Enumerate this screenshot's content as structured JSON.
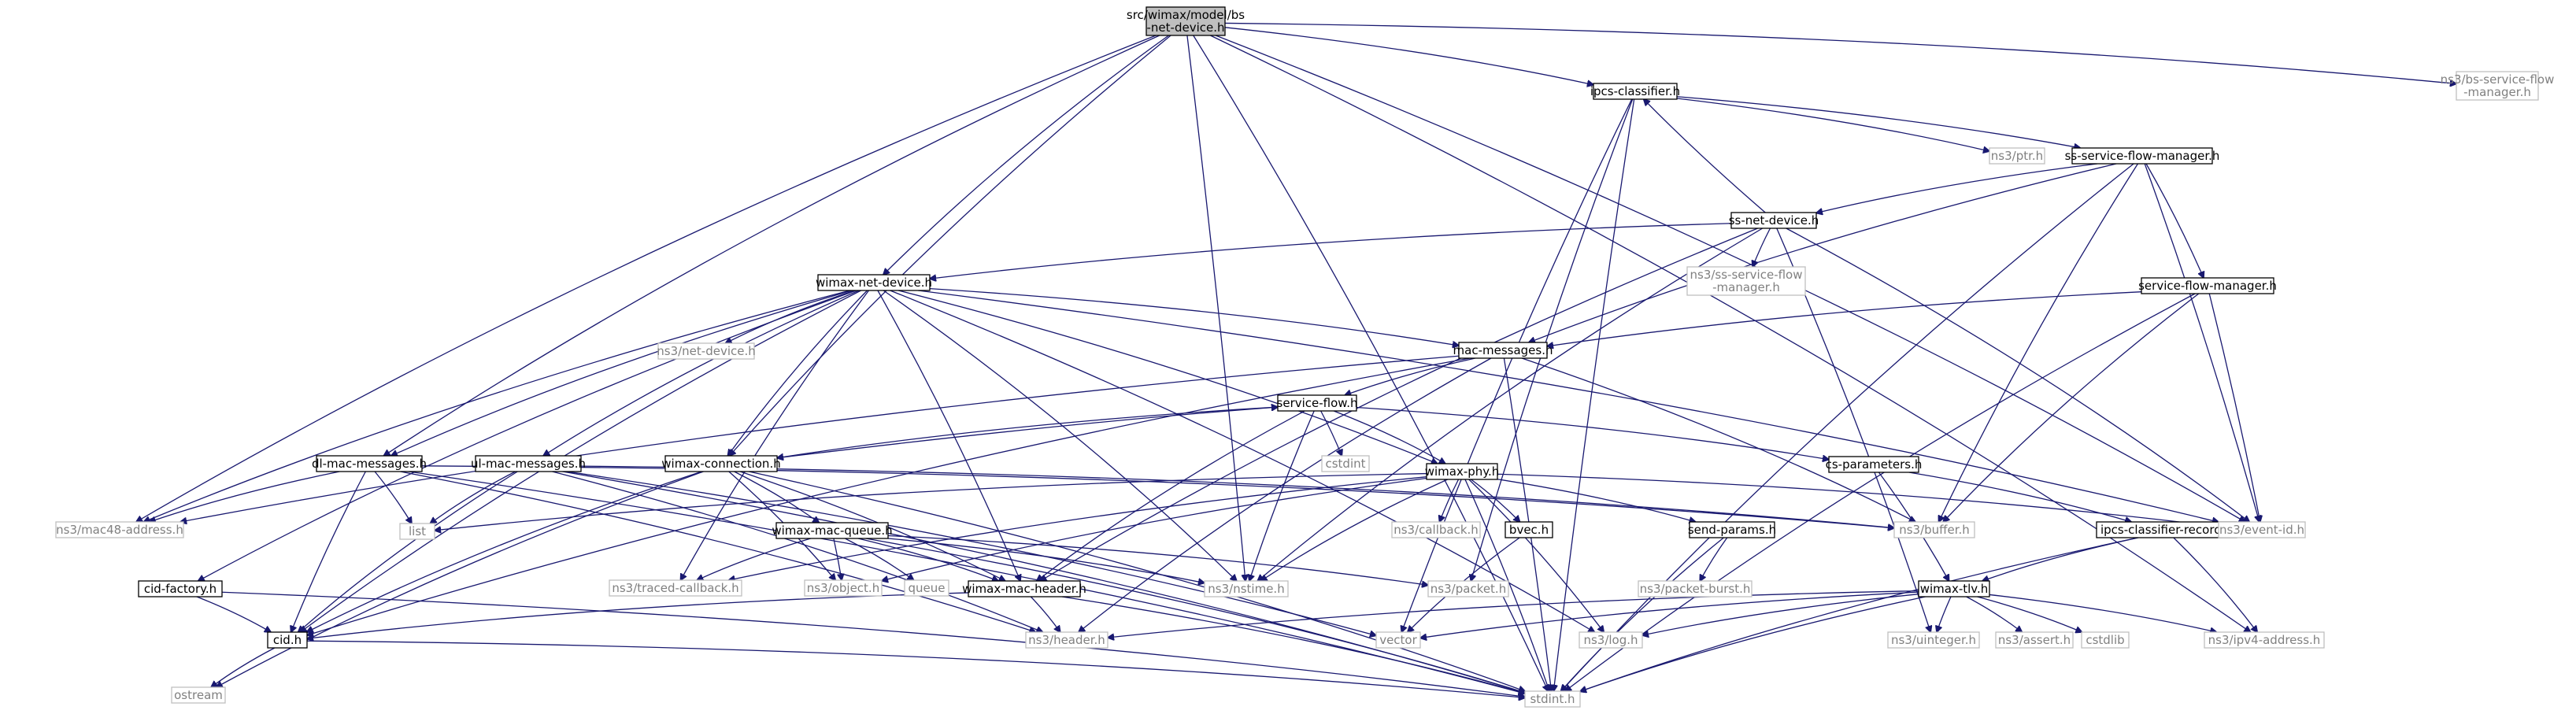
{
  "colors": {
    "edge_stroke": "#191970",
    "node_border": "#000000",
    "node_border_external": "#bfbfbf",
    "node_text": "#000000",
    "node_text_external": "#808080",
    "root_fill": "#bfbfbf",
    "node_fill": "#ffffff"
  },
  "nodes": [
    {
      "id": "bs-net-device",
      "label": "src/wimax/model/bs\n-net-device.h",
      "kind": "root"
    },
    {
      "id": "bs-service-flow-manager",
      "label": "ns3/bs-service-flow\n-manager.h",
      "kind": "external"
    },
    {
      "id": "ipcs-classifier",
      "label": "ipcs-classifier.h",
      "kind": "internal"
    },
    {
      "id": "ptr",
      "label": "ns3/ptr.h",
      "kind": "external"
    },
    {
      "id": "ss-service-flow-manager",
      "label": "ss-service-flow-manager.h",
      "kind": "internal"
    },
    {
      "id": "ss-net-device",
      "label": "ss-net-device.h",
      "kind": "internal"
    },
    {
      "id": "ns3-ss-service-flow",
      "label": "ns3/ss-service-flow\n-manager.h",
      "kind": "external"
    },
    {
      "id": "service-flow-manager",
      "label": "service-flow-manager.h",
      "kind": "internal"
    },
    {
      "id": "wimax-net-device",
      "label": "wimax-net-device.h",
      "kind": "internal"
    },
    {
      "id": "ns3-net-device",
      "label": "ns3/net-device.h",
      "kind": "external"
    },
    {
      "id": "mac-messages",
      "label": "mac-messages.h",
      "kind": "internal"
    },
    {
      "id": "service-flow",
      "label": "service-flow.h",
      "kind": "internal"
    },
    {
      "id": "cstdint",
      "label": "cstdint",
      "kind": "external"
    },
    {
      "id": "cs-parameters",
      "label": "cs-parameters.h",
      "kind": "internal"
    },
    {
      "id": "wimax-connection",
      "label": "wimax-connection.h",
      "kind": "internal"
    },
    {
      "id": "wimax-phy",
      "label": "wimax-phy.h",
      "kind": "internal"
    },
    {
      "id": "dl-mac-messages",
      "label": "dl-mac-messages.h",
      "kind": "internal"
    },
    {
      "id": "ul-mac-messages",
      "label": "ul-mac-messages.h",
      "kind": "internal"
    },
    {
      "id": "mac48-address",
      "label": "ns3/mac48-address.h",
      "kind": "external"
    },
    {
      "id": "list",
      "label": "list",
      "kind": "external"
    },
    {
      "id": "wimax-mac-queue",
      "label": "wimax-mac-queue.h",
      "kind": "internal"
    },
    {
      "id": "callback",
      "label": "ns3/callback.h",
      "kind": "external"
    },
    {
      "id": "bvec",
      "label": "bvec.h",
      "kind": "internal"
    },
    {
      "id": "send-params",
      "label": "send-params.h",
      "kind": "internal"
    },
    {
      "id": "buffer",
      "label": "ns3/buffer.h",
      "kind": "external"
    },
    {
      "id": "ipcs-classifier-record",
      "label": "ipcs-classifier-record.h",
      "kind": "internal"
    },
    {
      "id": "event-id",
      "label": "ns3/event-id.h",
      "kind": "external"
    },
    {
      "id": "object",
      "label": "ns3/object.h",
      "kind": "external"
    },
    {
      "id": "traced-callback",
      "label": "ns3/traced-callback.h",
      "kind": "external"
    },
    {
      "id": "queue",
      "label": "queue",
      "kind": "external"
    },
    {
      "id": "wimax-mac-header",
      "label": "wimax-mac-header.h",
      "kind": "internal"
    },
    {
      "id": "nstime",
      "label": "ns3/nstime.h",
      "kind": "external"
    },
    {
      "id": "packet",
      "label": "ns3/packet.h",
      "kind": "external"
    },
    {
      "id": "packet-burst",
      "label": "ns3/packet-burst.h",
      "kind": "external"
    },
    {
      "id": "wimax-tlv",
      "label": "wimax-tlv.h",
      "kind": "internal"
    },
    {
      "id": "cid-factory",
      "label": "cid-factory.h",
      "kind": "internal"
    },
    {
      "id": "cid",
      "label": "cid.h",
      "kind": "internal"
    },
    {
      "id": "header",
      "label": "ns3/header.h",
      "kind": "external"
    },
    {
      "id": "vector",
      "label": "vector",
      "kind": "external"
    },
    {
      "id": "log",
      "label": "ns3/log.h",
      "kind": "external"
    },
    {
      "id": "uinteger",
      "label": "ns3/uinteger.h",
      "kind": "external"
    },
    {
      "id": "assert",
      "label": "ns3/assert.h",
      "kind": "external"
    },
    {
      "id": "cstdlib",
      "label": "cstdlib",
      "kind": "external"
    },
    {
      "id": "ipv4-address",
      "label": "ns3/ipv4-address.h",
      "kind": "external"
    },
    {
      "id": "ostream",
      "label": "ostream",
      "kind": "external"
    },
    {
      "id": "stdint",
      "label": "stdint.h",
      "kind": "external"
    }
  ],
  "edges": [
    [
      "bs-net-device",
      "bs-service-flow-manager"
    ],
    [
      "bs-net-device",
      "ipcs-classifier"
    ],
    [
      "bs-net-device",
      "wimax-net-device"
    ],
    [
      "bs-net-device",
      "event-id"
    ],
    [
      "bs-net-device",
      "nstime"
    ],
    [
      "bs-net-device",
      "mac48-address"
    ],
    [
      "bs-net-device",
      "dl-mac-messages"
    ],
    [
      "bs-net-device",
      "wimax-connection"
    ],
    [
      "bs-net-device",
      "ipv4-address"
    ],
    [
      "bs-net-device",
      "stdint"
    ],
    [
      "ipcs-classifier",
      "ptr"
    ],
    [
      "ipcs-classifier",
      "ss-service-flow-manager"
    ],
    [
      "ipcs-classifier",
      "packet"
    ],
    [
      "ipcs-classifier",
      "vector"
    ],
    [
      "ipcs-classifier",
      "stdint"
    ],
    [
      "ss-service-flow-manager",
      "ss-net-device"
    ],
    [
      "ss-service-flow-manager",
      "service-flow-manager"
    ],
    [
      "ss-service-flow-manager",
      "mac-messages"
    ],
    [
      "ss-service-flow-manager",
      "buffer"
    ],
    [
      "ss-service-flow-manager",
      "event-id"
    ],
    [
      "ss-service-flow-manager",
      "stdint"
    ],
    [
      "ss-net-device",
      "ipcs-classifier"
    ],
    [
      "ss-net-device",
      "ns3-ss-service-flow"
    ],
    [
      "ss-net-device",
      "wimax-net-device"
    ],
    [
      "ss-net-device",
      "wimax-mac-header"
    ],
    [
      "ss-net-device",
      "nstime"
    ],
    [
      "ss-net-device",
      "event-id"
    ],
    [
      "ss-net-device",
      "uinteger"
    ],
    [
      "service-flow-manager",
      "mac-messages"
    ],
    [
      "service-flow-manager",
      "buffer"
    ],
    [
      "service-flow-manager",
      "event-id"
    ],
    [
      "service-flow-manager",
      "stdint"
    ],
    [
      "wimax-net-device",
      "ns3-net-device"
    ],
    [
      "wimax-net-device",
      "mac-messages"
    ],
    [
      "wimax-net-device",
      "wimax-connection"
    ],
    [
      "wimax-net-device",
      "wimax-phy"
    ],
    [
      "wimax-net-device",
      "dl-mac-messages"
    ],
    [
      "wimax-net-device",
      "ul-mac-messages"
    ],
    [
      "wimax-net-device",
      "mac48-address"
    ],
    [
      "wimax-net-device",
      "traced-callback"
    ],
    [
      "wimax-net-device",
      "wimax-mac-header"
    ],
    [
      "wimax-net-device",
      "nstime"
    ],
    [
      "wimax-net-device",
      "event-id"
    ],
    [
      "wimax-net-device",
      "log"
    ],
    [
      "wimax-net-device",
      "cid"
    ],
    [
      "wimax-net-device",
      "cid-factory"
    ],
    [
      "mac-messages",
      "service-flow"
    ],
    [
      "mac-messages",
      "mac48-address"
    ],
    [
      "mac-messages",
      "cid"
    ],
    [
      "mac-messages",
      "buffer"
    ],
    [
      "mac-messages",
      "header"
    ],
    [
      "mac-messages",
      "stdint"
    ],
    [
      "service-flow",
      "cstdint"
    ],
    [
      "service-flow",
      "cs-parameters"
    ],
    [
      "service-flow",
      "wimax-connection"
    ],
    [
      "service-flow",
      "wimax-phy"
    ],
    [
      "service-flow",
      "wimax-mac-header"
    ],
    [
      "service-flow",
      "nstime"
    ],
    [
      "cs-parameters",
      "ipcs-classifier-record"
    ],
    [
      "cs-parameters",
      "wimax-tlv"
    ],
    [
      "wimax-connection",
      "service-flow"
    ],
    [
      "wimax-connection",
      "wimax-mac-queue"
    ],
    [
      "wimax-connection",
      "object"
    ],
    [
      "wimax-connection",
      "wimax-mac-header"
    ],
    [
      "wimax-connection",
      "cid"
    ],
    [
      "wimax-connection",
      "ostream"
    ],
    [
      "wimax-connection",
      "stdint"
    ],
    [
      "wimax-phy",
      "bvec"
    ],
    [
      "wimax-phy",
      "send-params"
    ],
    [
      "wimax-phy",
      "callback"
    ],
    [
      "wimax-phy",
      "list"
    ],
    [
      "wimax-phy",
      "object"
    ],
    [
      "wimax-phy",
      "traced-callback"
    ],
    [
      "wimax-phy",
      "nstime"
    ],
    [
      "wimax-phy",
      "log"
    ],
    [
      "wimax-phy",
      "event-id"
    ],
    [
      "wimax-phy",
      "stdint"
    ],
    [
      "dl-mac-messages",
      "mac48-address"
    ],
    [
      "dl-mac-messages",
      "list"
    ],
    [
      "dl-mac-messages",
      "cid"
    ],
    [
      "dl-mac-messages",
      "header"
    ],
    [
      "dl-mac-messages",
      "buffer"
    ],
    [
      "dl-mac-messages",
      "stdint"
    ],
    [
      "ul-mac-messages",
      "list"
    ],
    [
      "ul-mac-messages",
      "cid"
    ],
    [
      "ul-mac-messages",
      "header"
    ],
    [
      "ul-mac-messages",
      "vector"
    ],
    [
      "ul-mac-messages",
      "buffer"
    ],
    [
      "ul-mac-messages",
      "stdint"
    ],
    [
      "wimax-mac-queue",
      "wimax-mac-header"
    ],
    [
      "wimax-mac-queue",
      "object"
    ],
    [
      "wimax-mac-queue",
      "queue"
    ],
    [
      "wimax-mac-queue",
      "traced-callback"
    ],
    [
      "wimax-mac-queue",
      "packet"
    ],
    [
      "wimax-mac-queue",
      "nstime"
    ],
    [
      "wimax-mac-queue",
      "stdint"
    ],
    [
      "bvec",
      "vector"
    ],
    [
      "send-params",
      "packet-burst"
    ],
    [
      "send-params",
      "stdint"
    ],
    [
      "ipcs-classifier-record",
      "wimax-tlv"
    ],
    [
      "ipcs-classifier-record",
      "ipv4-address"
    ],
    [
      "ipcs-classifier-record",
      "stdint"
    ],
    [
      "wimax-mac-header",
      "header"
    ],
    [
      "wimax-mac-header",
      "cid"
    ],
    [
      "wimax-mac-header",
      "stdint"
    ],
    [
      "wimax-tlv",
      "header"
    ],
    [
      "wimax-tlv",
      "vector"
    ],
    [
      "wimax-tlv",
      "log"
    ],
    [
      "wimax-tlv",
      "uinteger"
    ],
    [
      "wimax-tlv",
      "assert"
    ],
    [
      "wimax-tlv",
      "cstdlib"
    ],
    [
      "wimax-tlv",
      "ipv4-address"
    ],
    [
      "wimax-tlv",
      "stdint"
    ],
    [
      "cid-factory",
      "cid"
    ],
    [
      "cid-factory",
      "stdint"
    ],
    [
      "cid",
      "ostream"
    ],
    [
      "cid",
      "stdint"
    ]
  ]
}
